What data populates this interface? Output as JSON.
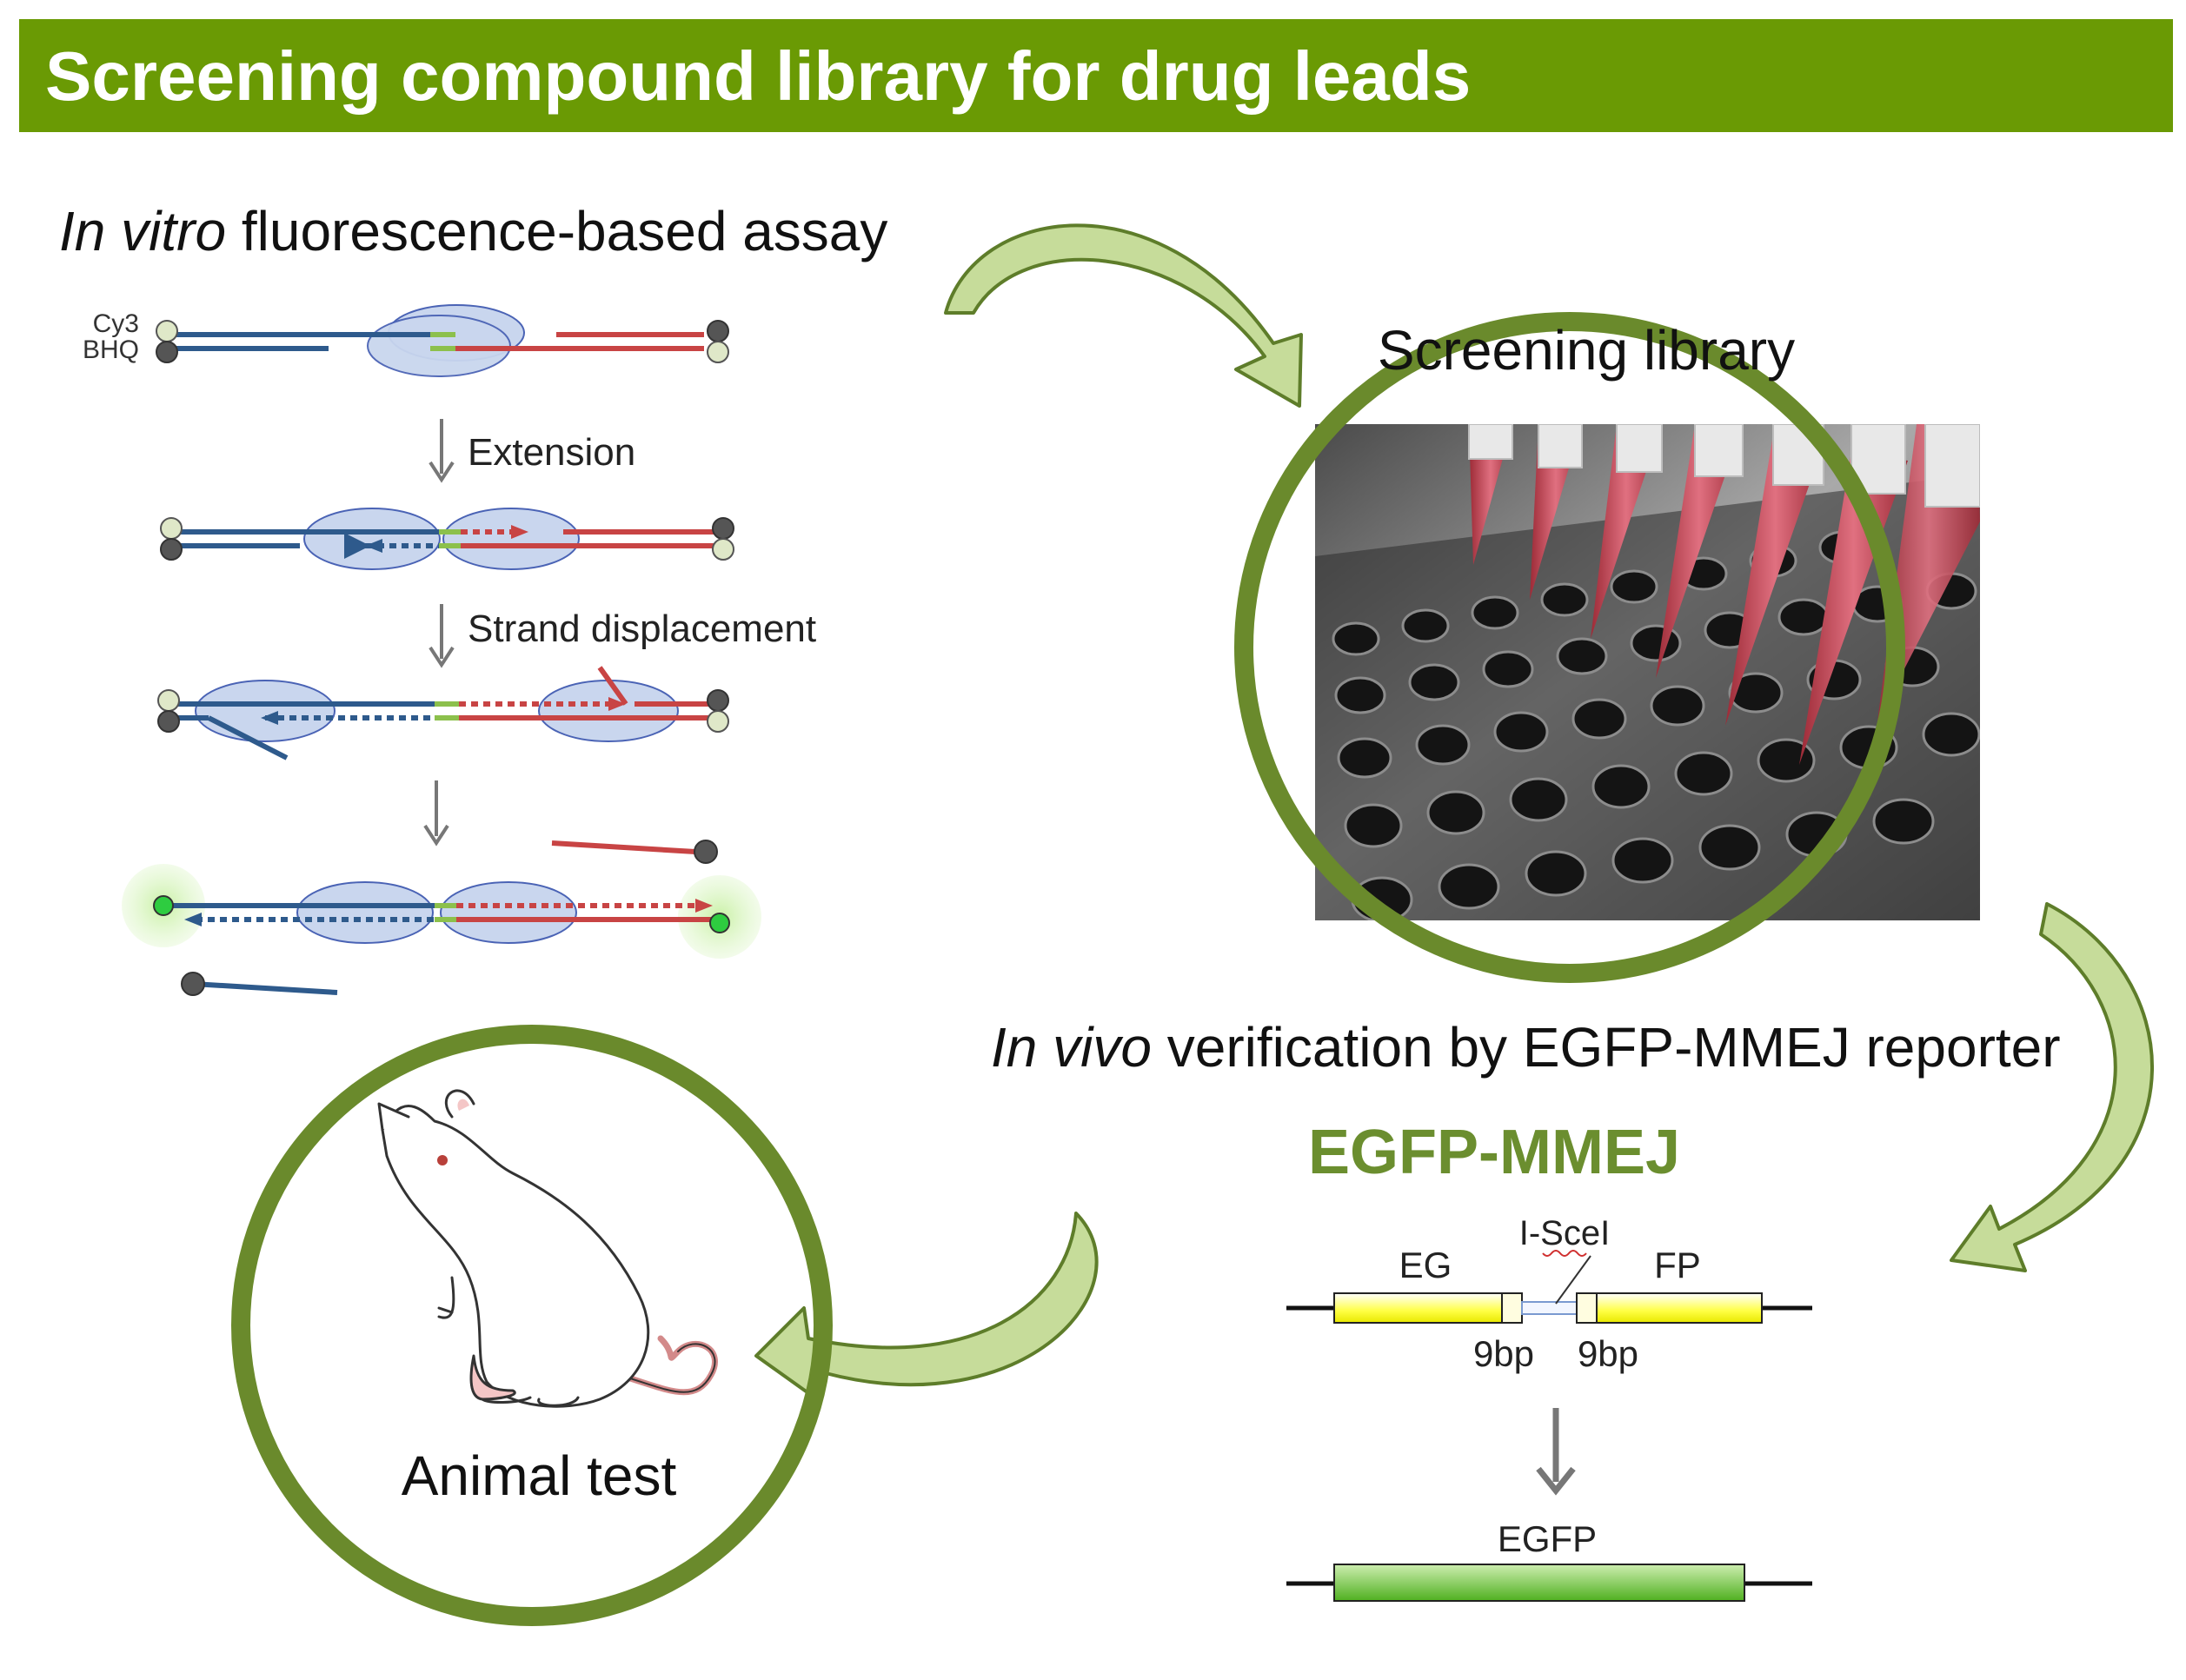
{
  "title": "Screening compound library for drug leads",
  "colors": {
    "title_bar": "#6a9a04",
    "circle_stroke": "#6a8a2c",
    "curved_arrow_fill": "#c6dc9a",
    "curved_arrow_stroke": "#5e7d2a",
    "strand_blue": "#2e5a8c",
    "strand_red": "#c84444",
    "junction_green": "#8cc04c",
    "enzyme_fill": "#c9d6ee",
    "enzyme_stroke": "#4a63b5",
    "egfp_mmej_text": "#6b8e2f",
    "eg_fp_boxes": "#ffff33",
    "egfp_box": "#7ed23a",
    "glow": "#d9f5bf",
    "fluor_green": "#2ecc40"
  },
  "in_vitro": {
    "heading_italic": "In vitro",
    "heading_rest": " fluorescence-based assay",
    "cy3_label": "Cy3",
    "bhq_label": "BHQ",
    "step1_label": "Extension",
    "step2_label": "Strand displacement"
  },
  "screening_library": {
    "label": "Screening library",
    "photo_icon": "pipette-plate-photo"
  },
  "in_vivo": {
    "heading_italic": "In vivo",
    "heading_rest": " verification by EGFP-MMEJ reporter",
    "construct_title": "EGFP-MMEJ",
    "eg_label": "EG",
    "fp_label": "FP",
    "site_label": "I-SceI",
    "left_repeat": "9bp",
    "right_repeat": "9bp",
    "product_label": "EGFP"
  },
  "animal": {
    "label": "Animal test",
    "icon": "mouse-icon"
  }
}
